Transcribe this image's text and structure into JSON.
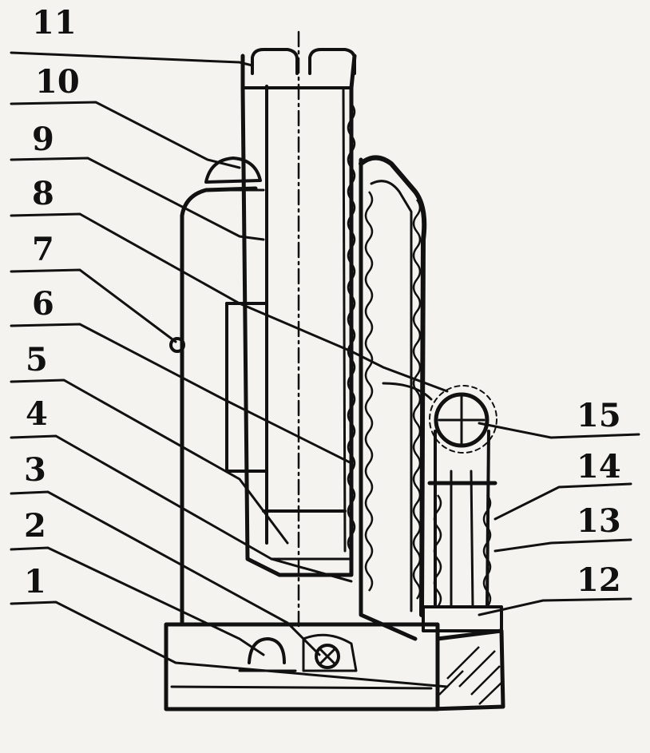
{
  "callouts": {
    "left": [
      "11",
      "10",
      "9",
      "8",
      "7",
      "6",
      "5",
      "4",
      "3",
      "2",
      "1"
    ],
    "right": [
      "15",
      "14",
      "13",
      "12"
    ]
  },
  "colors": {
    "ink": "#111111",
    "paper": "#f4f3ef",
    "ghost": "#d9d6cf"
  }
}
